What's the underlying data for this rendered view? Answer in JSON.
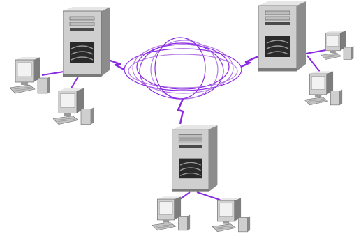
{
  "diagram": {
    "kind": "network-topology",
    "description_visible_text": "",
    "colors": {
      "link": "#8a2be2",
      "link_light": "#b57ae6",
      "server_body": "#c8c8c8",
      "server_shade": "#8c8c8c",
      "server_dark": "#2a2a2a",
      "workstation_body": "#cfcfcf",
      "workstation_shade": "#7d7d7d",
      "background": "#ffffff"
    },
    "nodes": [
      {
        "id": "server-left",
        "type": "server",
        "icon": "server-tower-icon"
      },
      {
        "id": "server-right",
        "type": "server",
        "icon": "server-tower-icon"
      },
      {
        "id": "server-bottom",
        "type": "server",
        "icon": "server-tower-icon"
      },
      {
        "id": "ws-left-1",
        "type": "workstation",
        "icon": "desktop-computer-icon"
      },
      {
        "id": "ws-left-2",
        "type": "workstation",
        "icon": "desktop-computer-icon"
      },
      {
        "id": "ws-right-1",
        "type": "workstation",
        "icon": "desktop-computer-icon"
      },
      {
        "id": "ws-right-2",
        "type": "workstation",
        "icon": "desktop-computer-icon"
      },
      {
        "id": "ws-bottom-1",
        "type": "workstation",
        "icon": "desktop-computer-icon"
      },
      {
        "id": "ws-bottom-2",
        "type": "workstation",
        "icon": "desktop-computer-icon"
      }
    ],
    "central_cloud": {
      "icon": "wan-cloud-icon"
    }
  }
}
